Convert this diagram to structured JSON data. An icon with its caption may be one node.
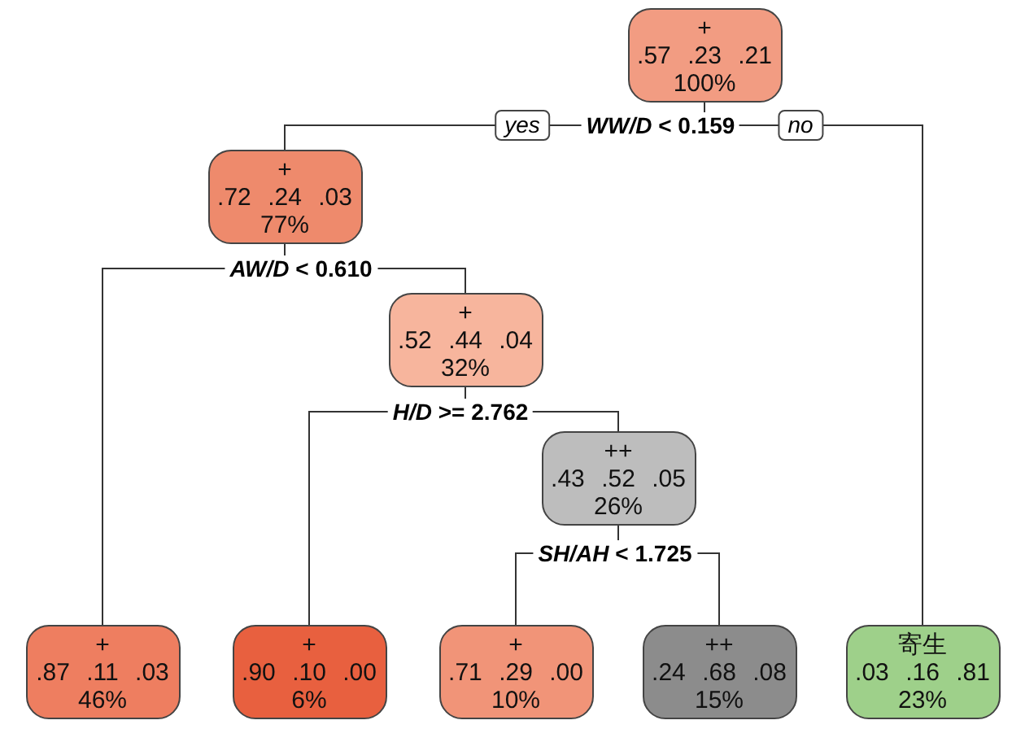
{
  "diagram": {
    "nodes": [
      {
        "text": [
          "+",
          ".57 .23 .21",
          "100%"
        ]
      },
      {
        "text": [
          "+",
          ".72 .24 .03",
          "77%"
        ]
      },
      {
        "text": [
          "+",
          ".52 .44 .04",
          "32%"
        ]
      },
      {
        "text": [
          "++",
          ".43 .52 .05",
          "26%"
        ]
      },
      {
        "text": [
          "+",
          ".87 .11 .03",
          "46%"
        ]
      },
      {
        "text": [
          "+",
          ".90 .10 .00",
          "6%"
        ]
      },
      {
        "text": [
          "+",
          ".71 .29 .00",
          "10%"
        ]
      },
      {
        "text": [
          "++",
          ".24 .68 .08",
          "15%"
        ]
      },
      {
        "text": [
          "寄生",
          ".03 .16 .81",
          "23%"
        ]
      }
    ],
    "edges": [
      {
        "from": 0,
        "to": 1,
        "arrow": "none",
        "label": "yes"
      },
      {
        "from": 0,
        "to": 8,
        "arrow": "none",
        "label": "no"
      },
      {
        "from": 1,
        "to": 4,
        "arrow": "none"
      },
      {
        "from": 1,
        "to": 2,
        "arrow": "none"
      },
      {
        "from": 2,
        "to": 5,
        "arrow": "none"
      },
      {
        "from": 2,
        "to": 3,
        "arrow": "none"
      },
      {
        "from": 3,
        "to": 6,
        "arrow": "none"
      },
      {
        "from": 3,
        "to": 7,
        "arrow": "none"
      }
    ],
    "labels": [
      "*WW/D* < 0.159",
      "*AW/D* < 0.610",
      "*H/D* >= 2.762",
      "*SH/AH* < 1.725"
    ]
  }
}
